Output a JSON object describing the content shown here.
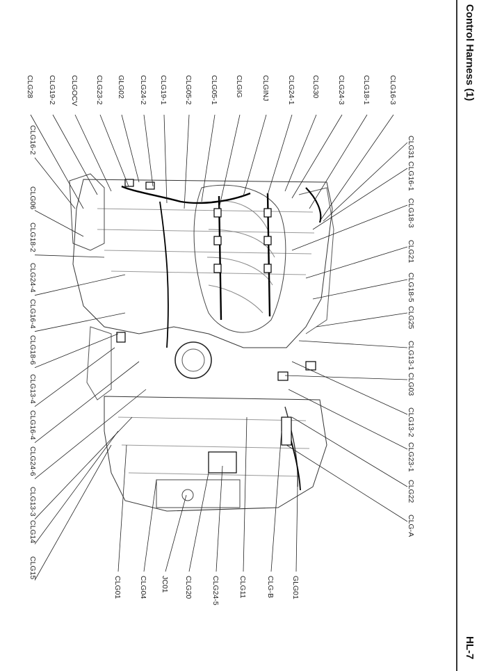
{
  "header": {
    "title": "Control Harness (1)",
    "page_code": "HL-7"
  },
  "labels": {
    "top_column": [
      "CLG16-3",
      "CLG18-1",
      "CLG24-3",
      "CLG30",
      "CLG24-1",
      "CLGINJ",
      "CLGIG",
      "CLG05-1",
      "CLG05-2",
      "CLG19-1",
      "CLG24-2",
      "GLG02",
      "CLG23-2",
      "CLGOCV",
      "CLG19-2",
      "CLG28"
    ],
    "left_column": [
      "CLG16-2",
      "CLG06",
      "CLG18-2",
      "CLG24-4",
      "CLG16-4",
      "CLG18-6",
      "CLG13-4",
      "CLG16-4",
      "CLG24-6",
      "CLG13-3",
      "CLG14",
      "CLG15"
    ],
    "right_column": [
      "CLG31",
      "CLG16-1",
      "CLG18-3",
      "CLG21",
      "CLG18-5",
      "CLG25",
      "CLG13-1",
      "CLG03",
      "CLG13-2",
      "CLG23-1",
      "CLG22",
      "CLG-A"
    ],
    "bottom_column": [
      "CLG01",
      "CLG04",
      "JC01",
      "CLG20",
      "CLG24-5",
      "CLG11",
      "CLG-B",
      "GLG01"
    ]
  }
}
